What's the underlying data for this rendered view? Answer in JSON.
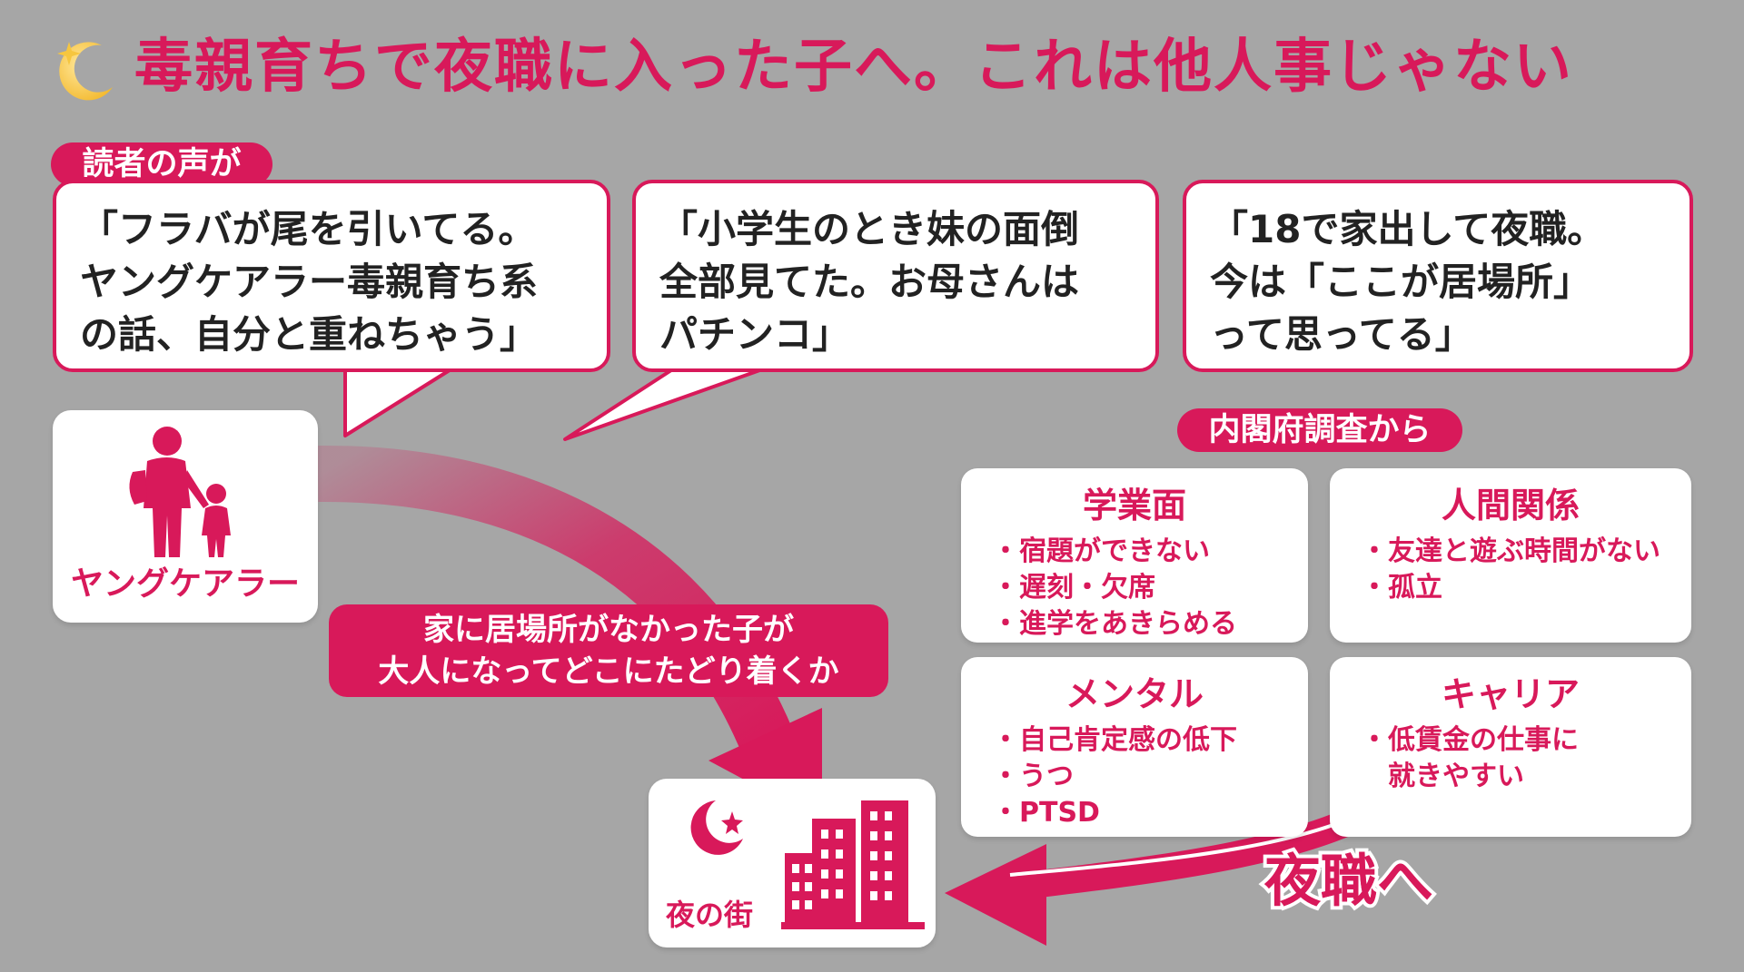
{
  "title": "毒親育ちで夜職に入った子へ。これは他人事じゃない",
  "title_icon": "crescent-moon-sparkle-icon",
  "voices": {
    "tag": "読者の声が",
    "quotes": [
      {
        "lines": [
          "「フラバが尾を引いてる。",
          "ヤングケアラー毒親育ち系",
          "の話、自分と重ねちゃう」"
        ]
      },
      {
        "lines": [
          "「小学生のとき妹の面倒",
          "全部見てた。お母さんは",
          "パチンコ」"
        ]
      },
      {
        "lines": [
          "「18で家出して夜職。",
          "今は「ここが居場所」",
          "って思ってる」"
        ]
      }
    ]
  },
  "young_carer": {
    "label": "ヤングケアラー",
    "icon": "parent-child-icon"
  },
  "banner": {
    "line1": "家に居場所がなかった子が",
    "line2": "大人になってどこにたどり着くか"
  },
  "night_town": {
    "label": "夜の街",
    "icons": [
      "crescent-moon-star-icon",
      "buildings-icon"
    ]
  },
  "survey": {
    "tag": "内閣府調査から",
    "boxes": [
      {
        "title": "学業面",
        "items": [
          "・宿題ができない",
          "・遅刻・欠席",
          "・進学をあきらめる"
        ]
      },
      {
        "title": "人間関係",
        "items": [
          "・友達と遊ぶ時間がない",
          "・孤立"
        ]
      },
      {
        "title": "メンタル",
        "items": [
          "・自己肯定感の低下",
          "・うつ",
          "・PTSD"
        ]
      },
      {
        "title": "キャリア",
        "items": [
          "・低賃金の仕事に",
          "　就きやすい"
        ]
      }
    ]
  },
  "to_night_label": "夜職へ",
  "colors": {
    "accent": "#d8195a",
    "background": "#a6a6a6",
    "card": "#ffffff",
    "text": "#222222"
  }
}
